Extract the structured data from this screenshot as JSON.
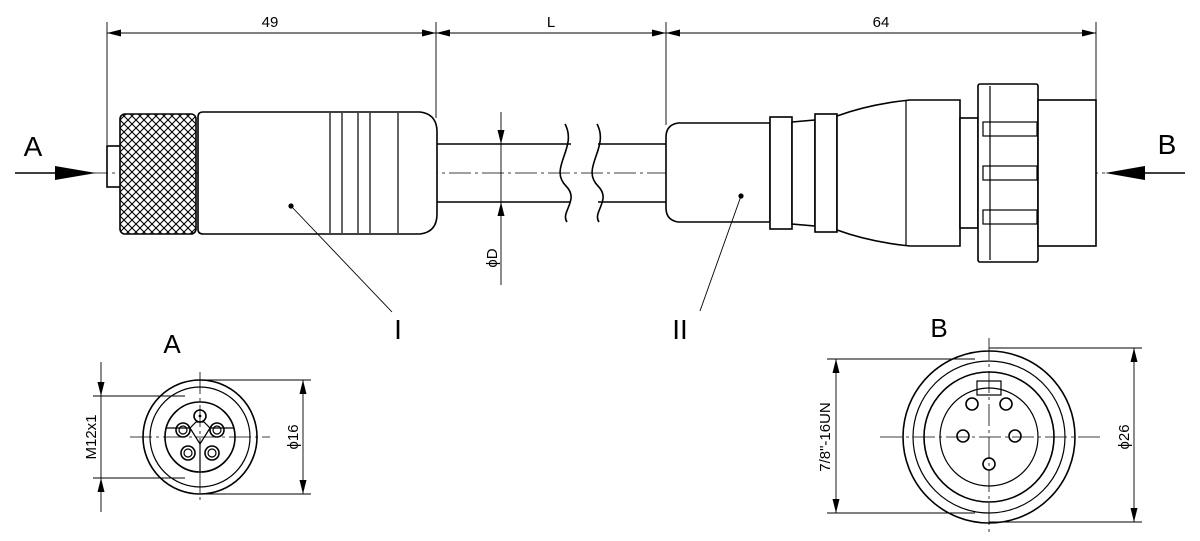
{
  "dimensions": {
    "left_length": "49",
    "cable_length": "L",
    "right_length": "64",
    "cable_diameter": "ϕD",
    "thread_a": "M12x1",
    "diameter_a": "ϕ16",
    "thread_b": "7/8\"-16UN",
    "diameter_b": "ϕ26"
  },
  "views": {
    "arrow_a": "A",
    "arrow_b": "B",
    "view_a_title": "A",
    "view_b_title": "B"
  },
  "parts": {
    "part_1": "I",
    "part_2": "II"
  }
}
